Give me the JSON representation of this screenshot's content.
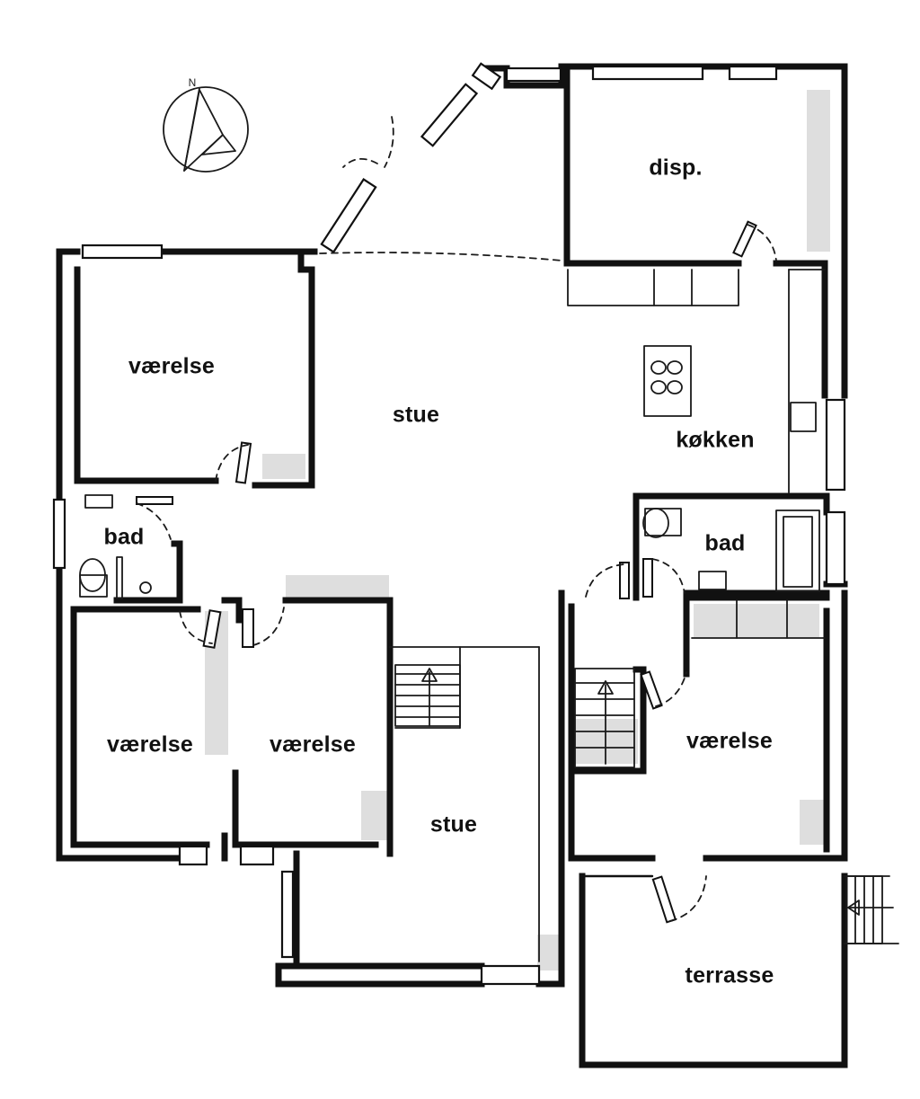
{
  "rooms": [
    {
      "id": "disp",
      "label": "disp."
    },
    {
      "id": "vaerelse_nw",
      "label": "værelse"
    },
    {
      "id": "stue_main",
      "label": "stue"
    },
    {
      "id": "kokken",
      "label": "køkken"
    },
    {
      "id": "bad_w",
      "label": "bad"
    },
    {
      "id": "bad_e",
      "label": "bad"
    },
    {
      "id": "vaerelse_sw",
      "label": "værelse"
    },
    {
      "id": "vaerelse_sc",
      "label": "værelse"
    },
    {
      "id": "stue_south",
      "label": "stue"
    },
    {
      "id": "vaerelse_se",
      "label": "værelse"
    },
    {
      "id": "terrasse",
      "label": "terrasse"
    }
  ],
  "compass": {
    "north_label": "N"
  },
  "colors": {
    "ink": "#111111",
    "shade": "#d8d8d8",
    "paper": "#ffffff"
  }
}
